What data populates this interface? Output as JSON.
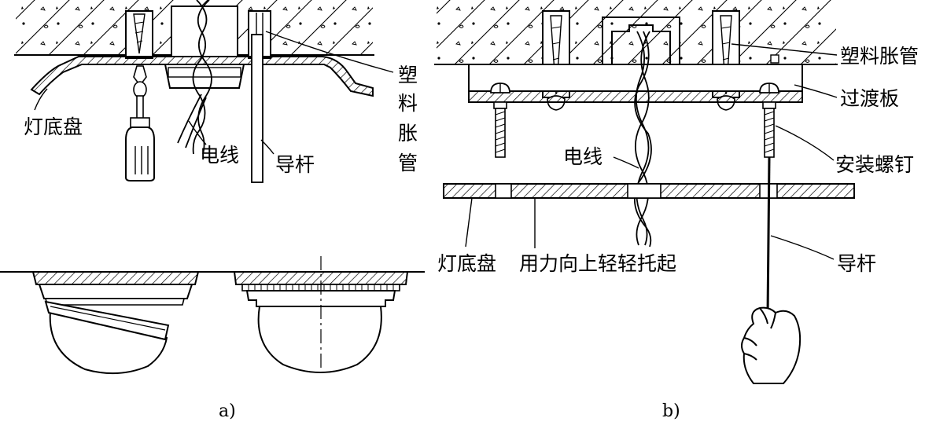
{
  "panel_a": {
    "caption": "a)",
    "labels": {
      "lamp_base": "灯底盘",
      "wire": "电线",
      "guide_rod": "导杆",
      "plastic_anchor": [
        "塑",
        "料",
        "胀",
        "管"
      ]
    }
  },
  "panel_b": {
    "caption": "b)",
    "labels": {
      "plastic_anchor": "塑料胀管",
      "adapter_plate": "过渡板",
      "mount_screw": "安装螺钉",
      "wire": "电线",
      "guide_rod": "导杆",
      "lamp_base": "灯底盘",
      "lift_instruction": "用力向上轻轻托起"
    }
  }
}
